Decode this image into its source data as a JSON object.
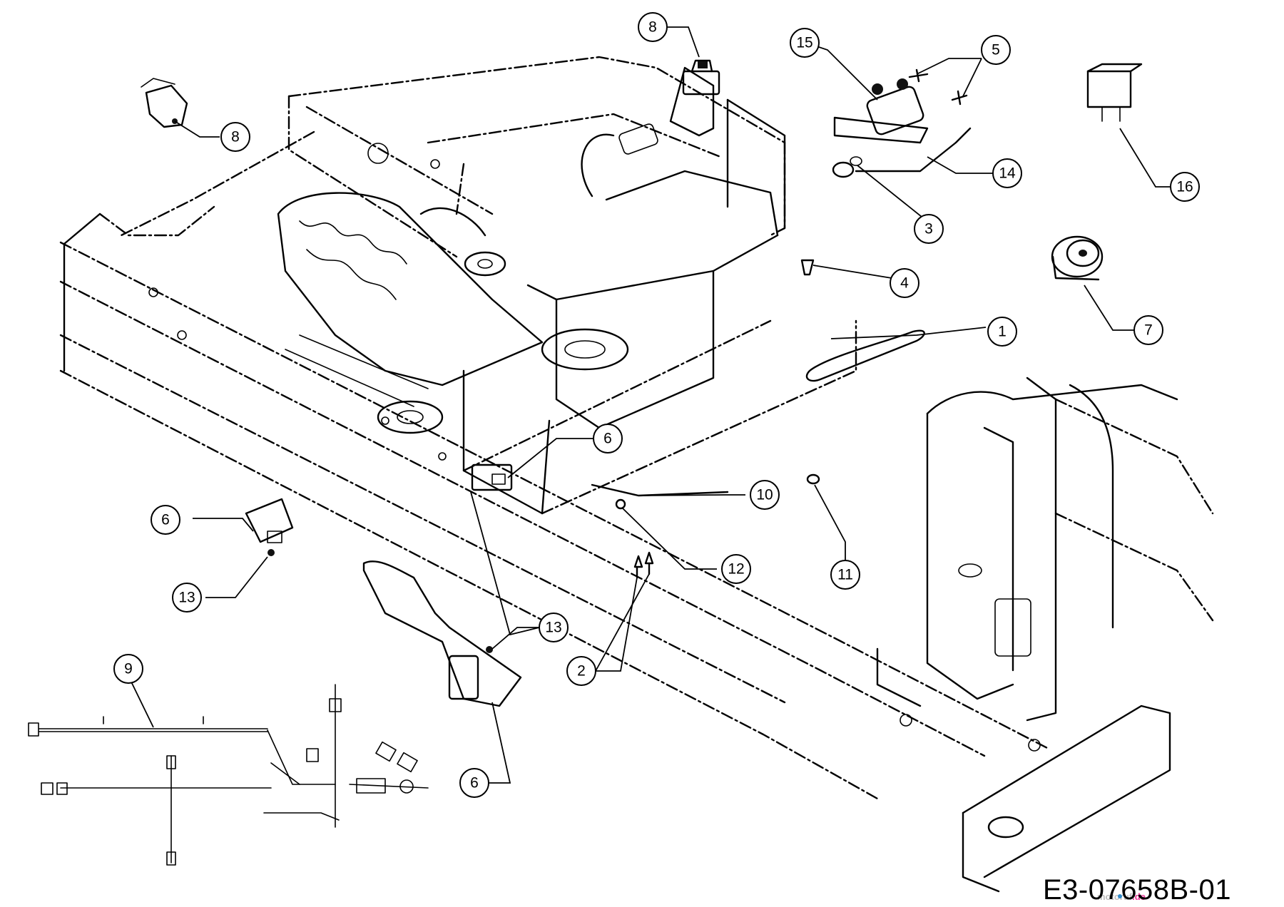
{
  "diagram": {
    "callouts": [
      {
        "label": "1"
      },
      {
        "label": "2"
      },
      {
        "label": "3"
      },
      {
        "label": "4"
      },
      {
        "label": "5"
      },
      {
        "label": "6"
      },
      {
        "label": "6"
      },
      {
        "label": "6"
      },
      {
        "label": "7"
      },
      {
        "label": "8"
      },
      {
        "label": "8"
      },
      {
        "label": "9"
      },
      {
        "label": "10"
      },
      {
        "label": "11"
      },
      {
        "label": "12"
      },
      {
        "label": "13"
      },
      {
        "label": "13"
      },
      {
        "label": "14"
      },
      {
        "label": "15"
      },
      {
        "label": "16"
      }
    ],
    "part_number": "E3-07658B-01",
    "watermark": {
      "brand": "motoruf",
      "suffix": ".de"
    }
  },
  "colors": {
    "line": "#000000",
    "background": "#ffffff",
    "watermark_gray": "#b0b0b0",
    "watermark_blue": "#0070c0",
    "watermark_magenta": "#e5007d"
  }
}
